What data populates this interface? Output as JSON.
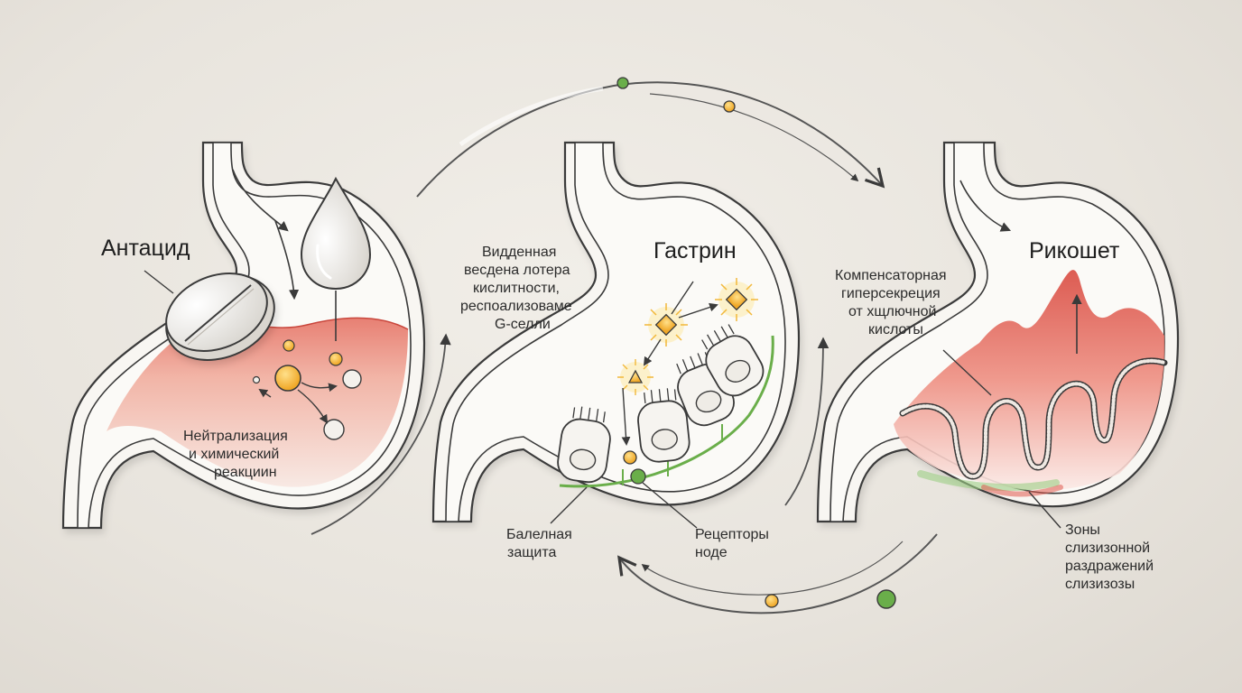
{
  "colors": {
    "background": "#ebe7e1",
    "stomach_wall": "#f7f5f1",
    "outline": "#3a3a3a",
    "acid_red": "#e05a4e",
    "acid_pink": "#f3c9bf",
    "gold_particle": "#f2b83a",
    "green_signal": "#6aae4a",
    "arrow_gray": "#555555"
  },
  "icons": [
    "antacid-tablet-icon",
    "droplet-icon",
    "g-cell-icon",
    "gastrin-hormone-icon",
    "receptor-dot-icon",
    "rugae-folds-icon"
  ],
  "panels": [
    {
      "title": "Антацид",
      "labels": [
        "Нейтрализация",
        "и химический",
        "реакциин"
      ]
    },
    {
      "title": "Гастрин",
      "left_note": [
        "Видденная",
        "веcдена лотера",
        "кислитности,",
        "респоализоваме",
        "G-селли"
      ],
      "bottom_left": [
        "Балелная",
        "защита"
      ],
      "bottom_right": [
        "Рецепторы",
        "ноде"
      ]
    },
    {
      "title": "Рикошет",
      "left_note": [
        "Компенсаторная",
        "гиперсекреция",
        "от хщлючной",
        "кислоты"
      ],
      "bottom_right": [
        "Зоны",
        "слизизонной",
        "раздражений",
        "слизизозы"
      ]
    }
  ]
}
